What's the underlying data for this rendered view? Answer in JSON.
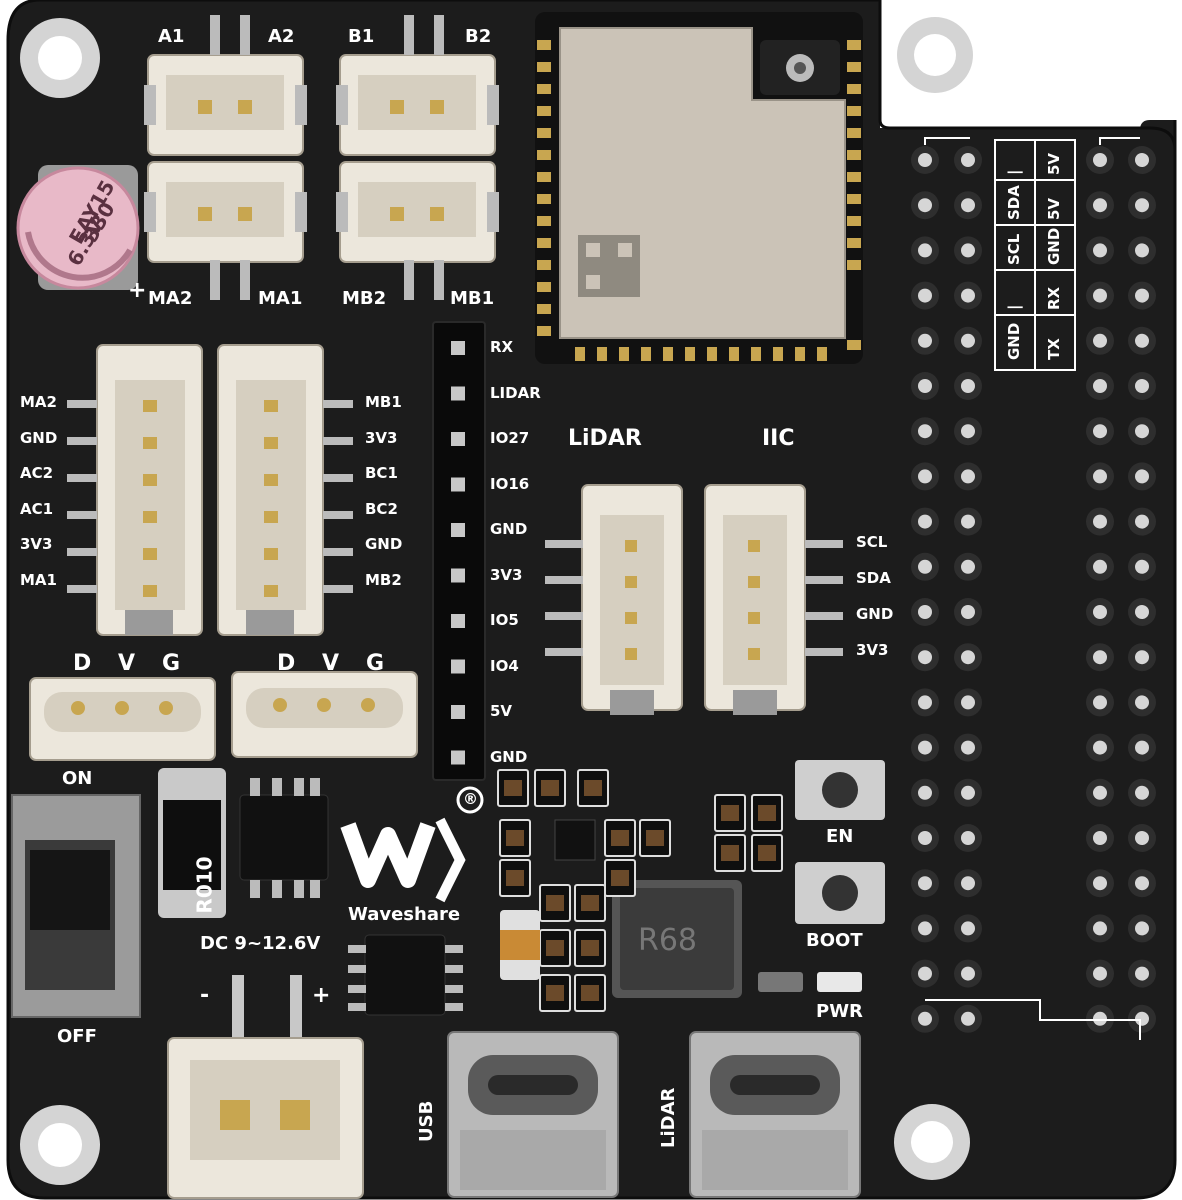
{
  "colors": {
    "pcb": "#1c1c1c",
    "pcb_edge": "#101010",
    "silk": "#ffffff",
    "connector": "#ece7dc",
    "connector_shadow": "#c9c1b1",
    "pad": "#c8c8c8",
    "gold": "#c8a650",
    "module_shield": "#c9c2b6"
  },
  "connectors_top": {
    "a1": "A1",
    "a2": "A2",
    "b1": "B1",
    "b2": "B2",
    "ma2": "MA2",
    "ma1": "MA1",
    "mb2": "MB2",
    "mb1": "MB1"
  },
  "capacitor": {
    "l1": "EAY15",
    "l2": "330",
    "l3": "6.3V",
    "plus": "+"
  },
  "motor_left_pins": [
    "MA2",
    "GND",
    "AC2",
    "AC1",
    "3V3",
    "MA1"
  ],
  "motor_right_pins": [
    "MB1",
    "3V3",
    "BC1",
    "BC2",
    "GND",
    "MB2"
  ],
  "servo_left": {
    "d": "D",
    "v": "V",
    "g": "G"
  },
  "servo_right": {
    "d": "D",
    "v": "V",
    "g": "G"
  },
  "header_pins": [
    "RX",
    "LIDAR",
    "IO27",
    "IO16",
    "GND",
    "3V3",
    "IO5",
    "IO4",
    "5V",
    "GND"
  ],
  "lidar_title": "LiDAR",
  "iic_title": "IIC",
  "iic_pins": [
    "SCL",
    "SDA",
    "GND",
    "3V3"
  ],
  "gpio_table": {
    "col1": [
      "|",
      "SDA",
      "SCL",
      "|",
      "GND"
    ],
    "col2": [
      "5V",
      "5V",
      "GND",
      "RX",
      "TX"
    ]
  },
  "switch": {
    "on": "ON",
    "off": "OFF"
  },
  "resistor": "R010",
  "inductor": "R68",
  "brand": {
    "name": "Waveshare",
    "reg": "®"
  },
  "power": {
    "dc": "DC 9~12.6V",
    "minus": "-",
    "plus": "+"
  },
  "buttons": {
    "en": "EN",
    "boot": "BOOT",
    "pwr": "PWR"
  },
  "usb": {
    "usb": "USB",
    "lidar": "LiDAR"
  }
}
